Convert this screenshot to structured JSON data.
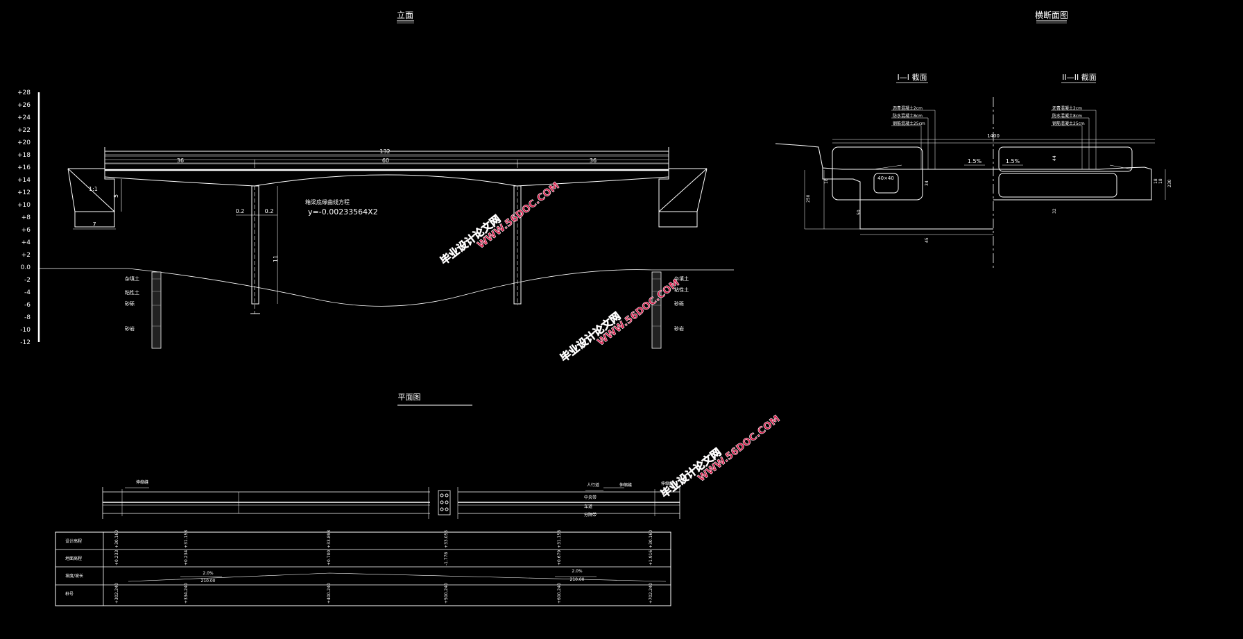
{
  "elevation": {
    "title": "立面",
    "scale_ticks": [
      "+28",
      "+26",
      "+24",
      "+22",
      "+20",
      "+18",
      "+16",
      "+14",
      "+12",
      "+10",
      "+8",
      "+6",
      "+4",
      "+2",
      "0.0",
      "-2",
      "-4",
      "-6",
      "-8",
      "-10",
      "-12"
    ],
    "total_span": "132",
    "spans": [
      "36",
      "60",
      "36"
    ],
    "pier_offsets": [
      "0.2",
      "0.2"
    ],
    "pier_height": "11",
    "abutment_slope": "1:1",
    "abutment_height": "5",
    "abutment_base": "7",
    "curve_title": "箱梁底缘曲线方程",
    "curve_equation": "y=-0.00233564X2",
    "soil_left": [
      "杂填土",
      "粘性土",
      "砂砾",
      "砂岩"
    ],
    "soil_right": [
      "杂填土",
      "粘性土",
      "砂砾",
      "砂岩"
    ]
  },
  "cross_section": {
    "title": "横断面图",
    "section_1": "I—I 截面",
    "section_2": "II—II 截面",
    "notes_left": [
      "沥青混凝土2cm",
      "防水混凝土8cm",
      "钢筋混凝土25cm"
    ],
    "notes_right": [
      "沥青混凝土2cm",
      "防水混凝土8cm",
      "钢筋混凝土25cm"
    ],
    "width": "1400",
    "slopes": [
      "1.5%",
      "1.5%"
    ],
    "dims": [
      "18",
      "18",
      "44",
      "34",
      "40×40",
      "250",
      "50",
      "45",
      "32",
      "230",
      "18"
    ]
  },
  "plan": {
    "title": "平面图",
    "labels_left": [
      "伸缩缝"
    ],
    "labels_right": [
      "人行道",
      "伸缩缝",
      "中央带",
      "车道",
      "分隔带",
      "伸缩缝"
    ]
  },
  "profile_table": {
    "row_labels": [
      "设计高程",
      "地面高程",
      "坡度/坡长",
      "桩号"
    ],
    "design_elev": [
      "+30.160",
      "+31.158",
      "+33.898",
      "+33.055",
      "+31.158",
      "+30.160"
    ],
    "ground_elev": [
      "+0.233",
      "+0.234",
      "+0.700",
      "-1.778",
      "+0.679",
      "+1.916"
    ],
    "grade_left": "2.0%",
    "grade_right": "2.0%",
    "length_left": "210.00",
    "length_right": "210.00",
    "stations": [
      "+302.240",
      "+334.240",
      "+400.240",
      "+500.240",
      "+600.240",
      "+702.240"
    ]
  },
  "watermarks": {
    "line1": "毕业设计论文网",
    "line2": "WWW.56DOC.COM"
  }
}
